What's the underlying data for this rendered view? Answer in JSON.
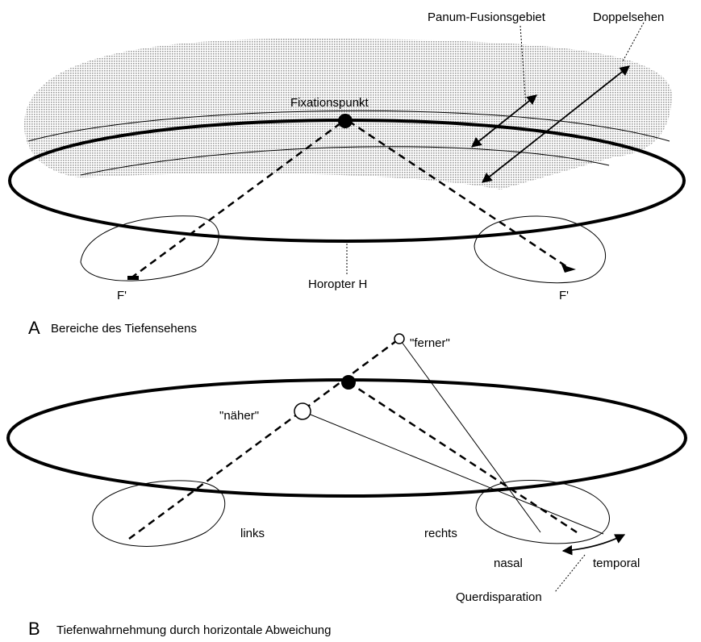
{
  "panel_a": {
    "letter": "A",
    "caption": "Bereiche des Tiefensehens",
    "labels": {
      "panum": "Panum-Fusionsgebiet",
      "doppel": "Doppelsehen",
      "fixation": "Fixationspunkt",
      "horopter": "Horopter H",
      "f_left": "F'",
      "f_right": "F'"
    }
  },
  "panel_b": {
    "letter": "B",
    "caption": "Tiefenwahrnehmung durch horizontale Abweichung",
    "labels": {
      "ferner": "\"ferner\"",
      "naeher": "\"näher\"",
      "links": "links",
      "rechts": "rechts",
      "nasal": "nasal",
      "temporal": "temporal",
      "querdisparation": "Querdisparation"
    }
  },
  "colors": {
    "ink": "#000000",
    "shading": "#c8c8c8",
    "background": "#ffffff"
  }
}
